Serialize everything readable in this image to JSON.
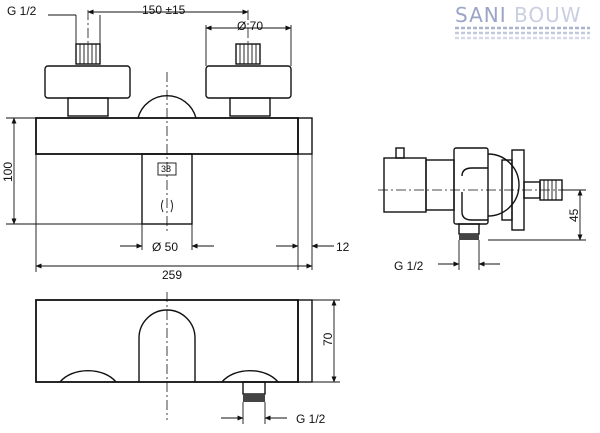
{
  "logo": {
    "word1": "SANI",
    "word2": "BOUW"
  },
  "dims": {
    "g_top": "G 1/2",
    "spacing": "150 ±15",
    "dia70": "Ø 70",
    "height": "100",
    "dia50": "Ø 50",
    "offset": "12",
    "width": "259",
    "side_depth": "45",
    "g_side": "G 1/2",
    "depth_bottom": "70",
    "g_bottom": "G 1/2",
    "temp_label": "38"
  },
  "colors": {
    "line": "#111111",
    "logo": "#9aa4c4",
    "hatch": "#aab2cc"
  }
}
